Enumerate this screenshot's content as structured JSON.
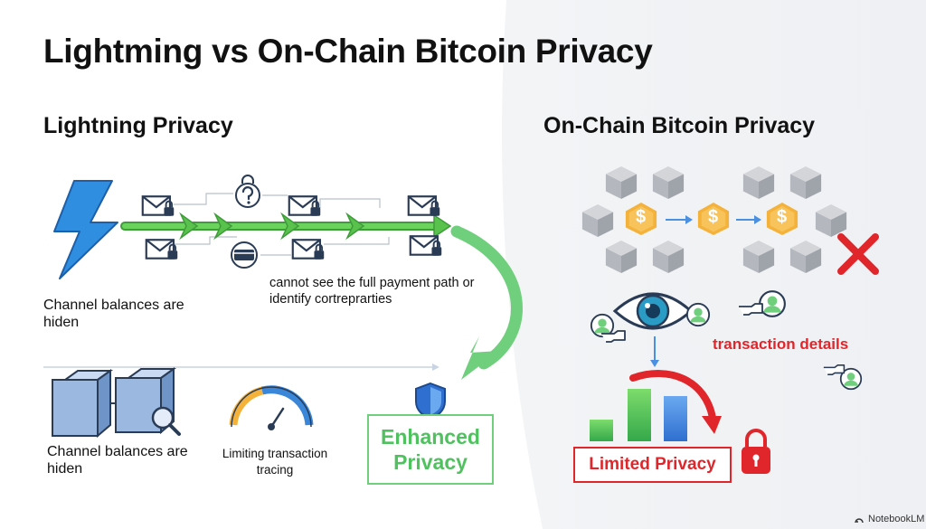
{
  "title": "Lightming vs On-Chain Bitcoin Privacy",
  "left": {
    "heading": "Lightning Privacy",
    "caption_top": "Channel balances are hiden",
    "caption_path": "cannot see the full payment path or identify cortreprarties",
    "caption_bottom": "Channel balances are hiden",
    "caption_gauge": "Limiting transaction tracing",
    "result": "Enhanced Privacy"
  },
  "right": {
    "heading": "On-Chain Bitcoin Privacy",
    "coin_symbol": "$",
    "details_label": "transaction details",
    "result": "Limited Privacy"
  },
  "brand": "NotebookLM",
  "colors": {
    "lightning_blue": "#2f8ee0",
    "path_green": "#58c24d",
    "enhanced_green": "#4fc25f",
    "limited_red": "#e0262b",
    "coin_orange": "#f4b23a",
    "cube_gray": "#b9bcc2",
    "cube_blue": "#9ab8e0"
  },
  "icons": [
    "lightning-bolt-icon",
    "envelope-lock-icon",
    "lock-question-icon",
    "card-icon",
    "cube-icon",
    "magnifier-icon",
    "gauge-icon",
    "shield-icon",
    "coin-icon",
    "eye-icon",
    "user-icon",
    "pointing-hand-icon",
    "x-mark-icon",
    "bar-chart-icon",
    "padlock-icon"
  ]
}
